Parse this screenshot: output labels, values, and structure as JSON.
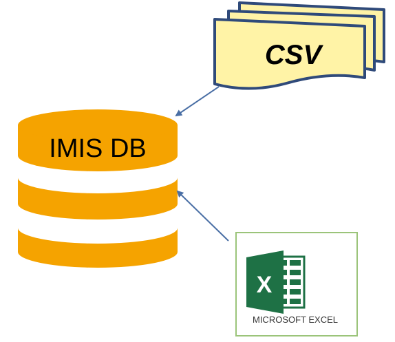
{
  "colors": {
    "database_fill": "#F5A300",
    "database_gap": "#FFFFFF",
    "csv_fill": "#FFF3A6",
    "csv_stroke": "#2F4A7A",
    "arrow": "#4A6FA5",
    "excel_border": "#9BC47A",
    "excel_green": "#1E7145",
    "label_text": "#000000"
  },
  "diagram": {
    "database": {
      "label": "IMIS DB",
      "icon": "database-cylinder-icon"
    },
    "csv": {
      "label": "CSV",
      "icon": "stacked-documents-icon"
    },
    "excel": {
      "caption": "MICROSOFT EXCEL",
      "icon": "excel-logo-icon",
      "logo_letter": "X"
    },
    "connections": [
      {
        "from": "CSV",
        "to": "IMIS DB"
      },
      {
        "from": "MICROSOFT EXCEL",
        "to": "IMIS DB"
      }
    ]
  }
}
